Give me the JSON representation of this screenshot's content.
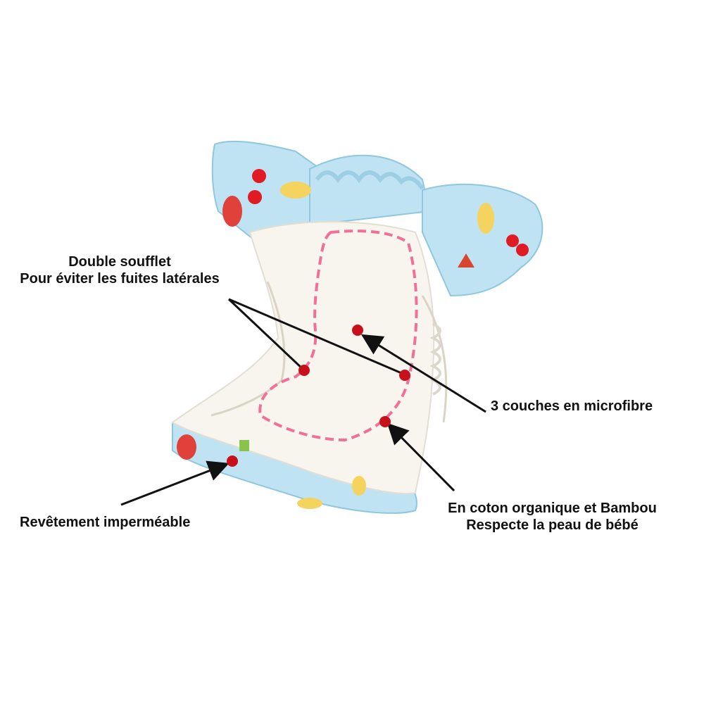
{
  "colors": {
    "fabric_blue": "#bfe3f2",
    "inner_white": "#f7f5ee",
    "dashed_pink": "#f0709a",
    "marker_red": "#c8101a",
    "arrow_black": "#111111",
    "snap_red": "#e01b24"
  },
  "annotations": {
    "gusset": {
      "line1": "Double soufflet",
      "line2": "Pour éviter les fuites latérales"
    },
    "layers": {
      "line1": "3 couches en microfibre"
    },
    "coating": {
      "line1": "Revêtement imperméable"
    },
    "cotton": {
      "line1": "En coton organique et Bambou",
      "line2": "Respecte la peau de bébé"
    }
  }
}
